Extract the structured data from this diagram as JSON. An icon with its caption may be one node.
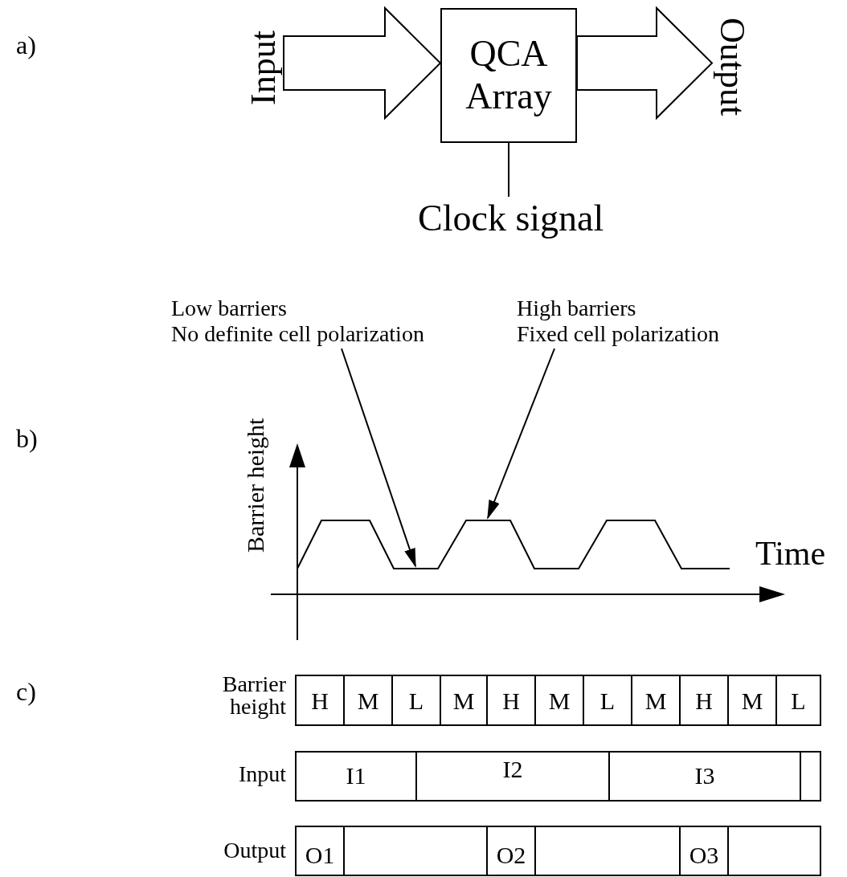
{
  "diagram": {
    "nodes": [
      {
        "text": [
          "Input"
        ]
      },
      {
        "text": [
          "QCA Array"
        ]
      },
      {
        "text": [
          "Output"
        ]
      },
      {
        "text": [
          "Clock signal"
        ]
      },
      {
        "text": [
          "Low barriers",
          "No definite cell polarization"
        ]
      },
      {
        "text": [
          "High barriers",
          "Fixed cell polarization"
        ]
      }
    ],
    "edges": [
      {
        "from": 0,
        "to": 1,
        "arrow": "to"
      },
      {
        "from": 1,
        "to": 2,
        "arrow": "to"
      },
      {
        "from": 1,
        "to": 3,
        "arrow": "none"
      },
      {
        "from": 4,
        "to": null,
        "arrow": "to"
      },
      {
        "from": 5,
        "to": null,
        "arrow": "to"
      }
    ],
    "labels": [
      "a)",
      "b)",
      "Barrier height",
      "Time",
      "c)",
      "Barrier height",
      "H",
      "M",
      "L",
      "M",
      "H",
      "M",
      "L",
      "M",
      "H",
      "M",
      "L",
      "Input",
      "I1",
      "I2",
      "I3",
      "Output",
      "O1",
      "O2",
      "O3"
    ]
  }
}
